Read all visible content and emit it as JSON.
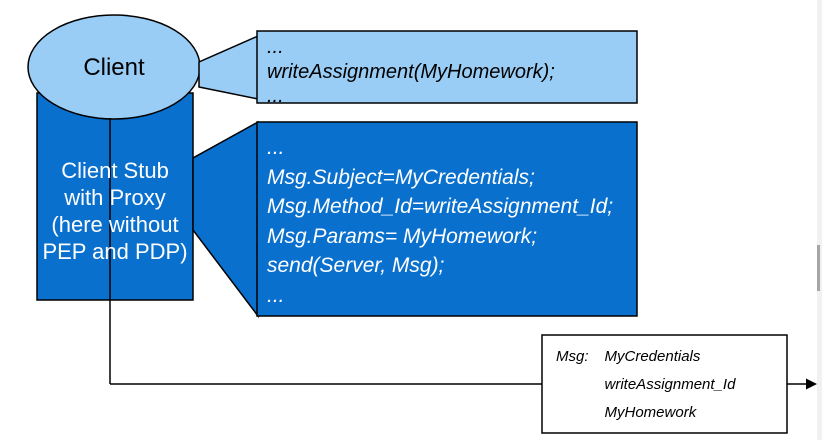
{
  "diagram": {
    "client": {
      "label": "Client"
    },
    "client_stub": {
      "lines": [
        "Client Stub",
        "with Proxy",
        "(here without",
        "PEP and PDP)"
      ]
    },
    "call_callout": {
      "lines": [
        "...",
        "writeAssignment(MyHomework);",
        "..."
      ]
    },
    "code_callout": {
      "lines": [
        "...",
        "Msg.Subject=MyCredentials;",
        "Msg.Method_Id=writeAssignment_Id;",
        "Msg.Params= MyHomework;",
        "send(Server, Msg);",
        "..."
      ]
    },
    "message_box": {
      "label": "Msg:",
      "values": [
        "MyCredentials",
        "writeAssignment_Id",
        "MyHomework"
      ]
    },
    "colors": {
      "light_blue": "#99CDF5",
      "dark_blue": "#0A70CE",
      "stroke": "#000000",
      "message_box_fill": "#FFFFFF"
    }
  }
}
